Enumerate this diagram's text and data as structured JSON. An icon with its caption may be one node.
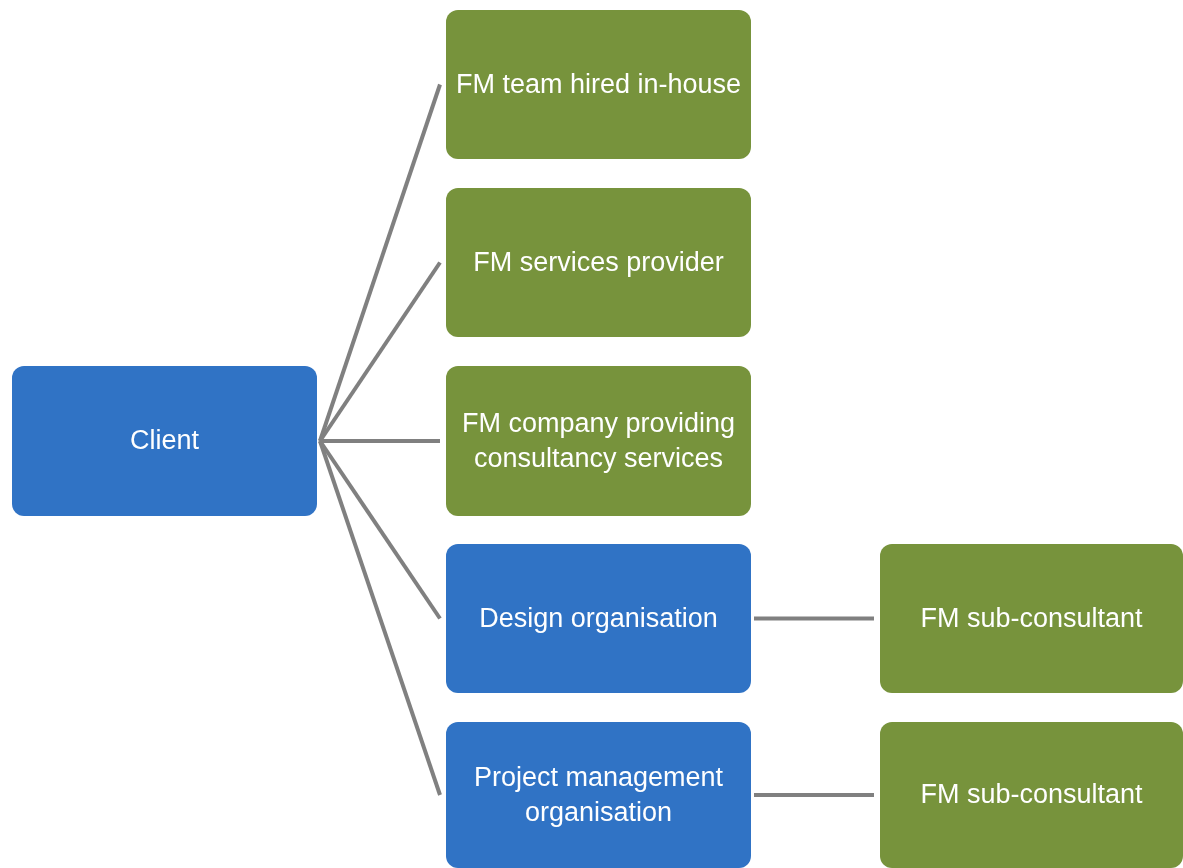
{
  "diagram": {
    "nodes": [
      {
        "text": [
          "Client"
        ]
      },
      {
        "text": [
          "FM team hired in-house"
        ]
      },
      {
        "text": [
          "FM services provider"
        ]
      },
      {
        "text": [
          "FM company providing consultancy services"
        ]
      },
      {
        "text": [
          "Design organisation"
        ]
      },
      {
        "text": [
          "Project management organisation"
        ]
      },
      {
        "text": [
          "FM sub-consultant"
        ]
      },
      {
        "text": [
          "FM sub-consultant"
        ]
      }
    ],
    "edges": [
      {
        "from": 0,
        "to": 1,
        "arrow": "none"
      },
      {
        "from": 0,
        "to": 2,
        "arrow": "none"
      },
      {
        "from": 0,
        "to": 3,
        "arrow": "none"
      },
      {
        "from": 0,
        "to": 4,
        "arrow": "none"
      },
      {
        "from": 0,
        "to": 5,
        "arrow": "none"
      },
      {
        "from": 4,
        "to": 6,
        "arrow": "none"
      },
      {
        "from": 5,
        "to": 7,
        "arrow": "none"
      }
    ]
  }
}
